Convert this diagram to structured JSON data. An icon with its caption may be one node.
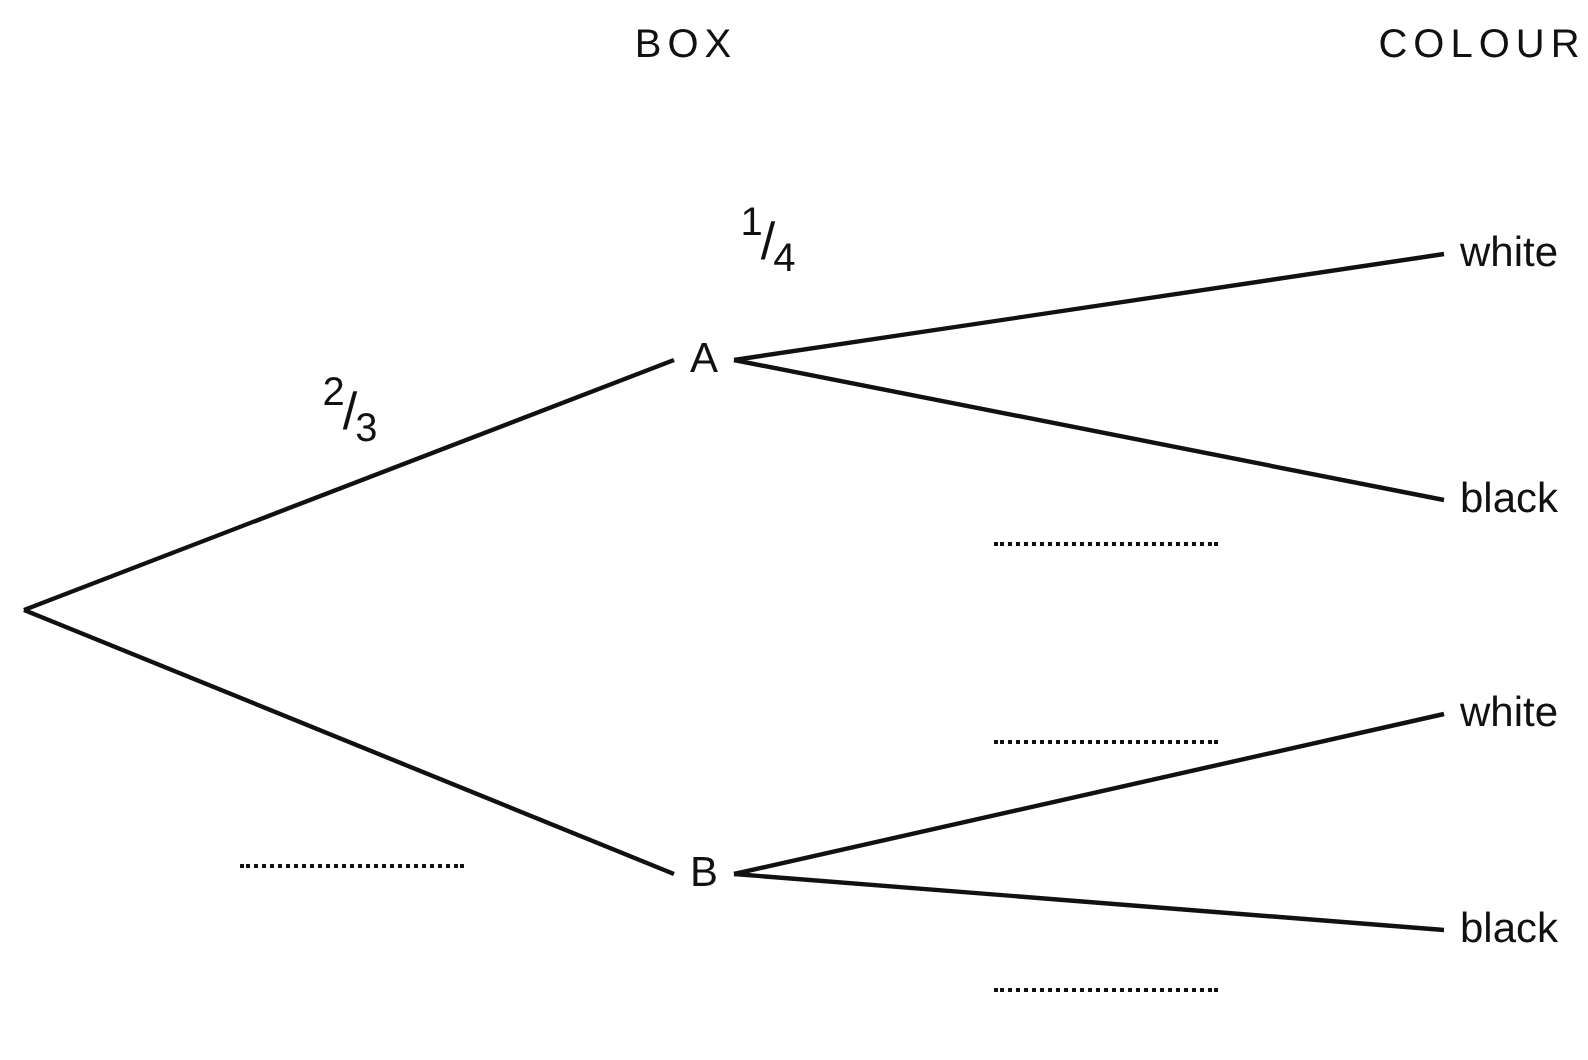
{
  "diagram": {
    "nodes": [
      {
        "text": [
          "A"
        ]
      },
      {
        "text": [
          "B"
        ]
      },
      {
        "text": [
          "white"
        ]
      },
      {
        "text": [
          "black"
        ]
      },
      {
        "text": [
          "white"
        ]
      },
      {
        "text": [
          "black"
        ]
      }
    ],
    "edges": [
      {
        "from": null,
        "to": 0,
        "arrow": "none",
        "label": "2/3"
      },
      {
        "from": null,
        "to": 1,
        "arrow": "none"
      },
      {
        "from": 0,
        "to": 2,
        "arrow": "none",
        "label": "1/4"
      },
      {
        "from": 0,
        "to": 3,
        "arrow": "none"
      },
      {
        "from": 1,
        "to": 4,
        "arrow": "none"
      },
      {
        "from": 1,
        "to": 5,
        "arrow": "none"
      }
    ],
    "labels": [
      "BOX",
      "COLOUR"
    ]
  }
}
